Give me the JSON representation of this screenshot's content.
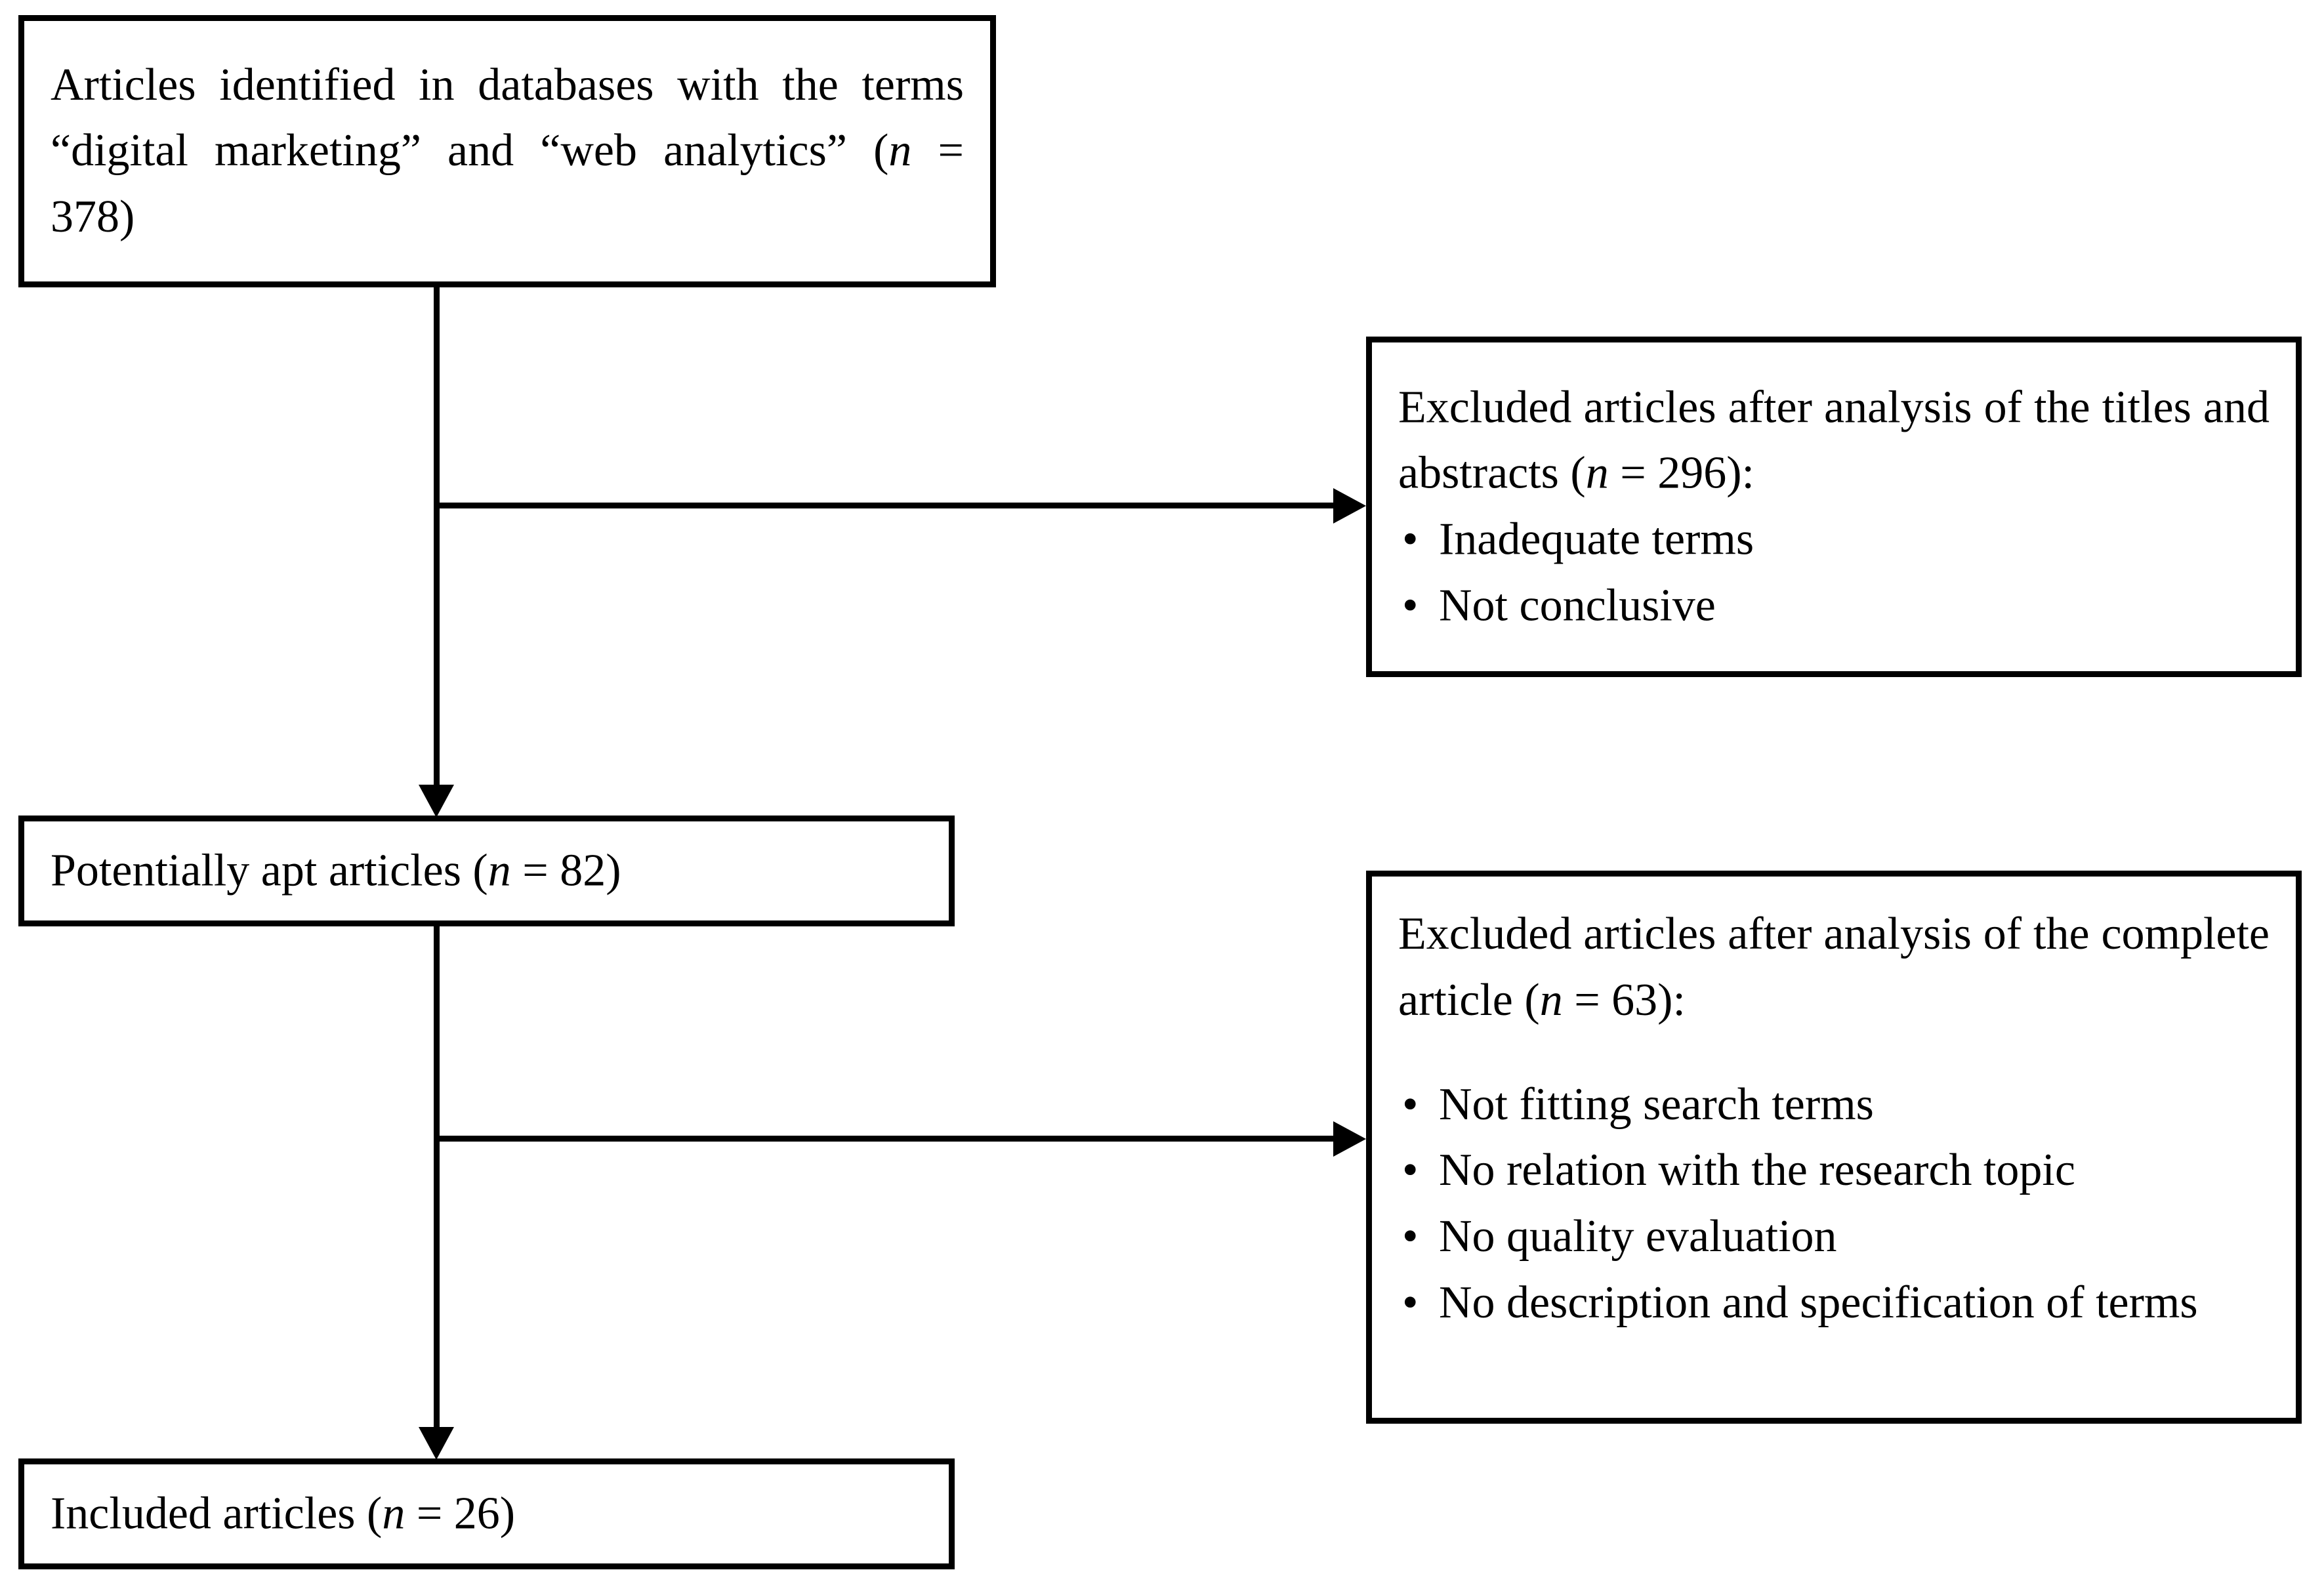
{
  "diagram": {
    "type": "prisma-flowchart",
    "title": "Article selection flow",
    "colors": {
      "stroke": "#000000",
      "background": "#ffffff",
      "text": "#000000"
    },
    "boxes": {
      "identified": {
        "id": "identified-articles",
        "text_prefix": "Articles identified in databases with the terms “digital marketing” and “web analytics” (",
        "n_symbol": "n",
        "text_suffix": " = 378)",
        "count": 378
      },
      "excluded_titles": {
        "id": "excluded-after-titles-abstracts",
        "text_prefix": "Excluded articles after analysis of the titles and abstracts (",
        "n_symbol": "n",
        "text_suffix": " = 296):",
        "count": 296,
        "bullets": [
          "Inadequate terms",
          "Not conclusive"
        ]
      },
      "potentially_apt": {
        "id": "potentially-apt-articles",
        "text_prefix": "Potentially apt articles (",
        "n_symbol": "n",
        "text_suffix": " = 82)",
        "count": 82
      },
      "excluded_complete": {
        "id": "excluded-after-complete-article",
        "text_prefix": "Excluded articles after analysis of the complete article (",
        "n_symbol": "n",
        "text_suffix": " = 63):",
        "count": 63,
        "bullets": [
          "Not fitting search terms",
          "No relation with the research topic",
          "No quality evaluation",
          "No description and specification of terms"
        ]
      },
      "included": {
        "id": "included-articles",
        "text_prefix": "Included articles (",
        "n_symbol": "n",
        "text_suffix": " = 26)",
        "count": 26
      }
    },
    "connectors": [
      {
        "name": "identified-to-potentially-apt",
        "from": "identified",
        "to": "potentially_apt",
        "direction": "down",
        "arrowhead": true
      },
      {
        "name": "identified-to-excluded-titles",
        "from": "identified",
        "to": "excluded_titles",
        "direction": "right",
        "arrowhead": true
      },
      {
        "name": "potentially-apt-to-included",
        "from": "potentially_apt",
        "to": "included",
        "direction": "down",
        "arrowhead": true
      },
      {
        "name": "potentially-apt-to-excluded-complete",
        "from": "potentially_apt",
        "to": "excluded_complete",
        "direction": "right",
        "arrowhead": true
      }
    ]
  }
}
